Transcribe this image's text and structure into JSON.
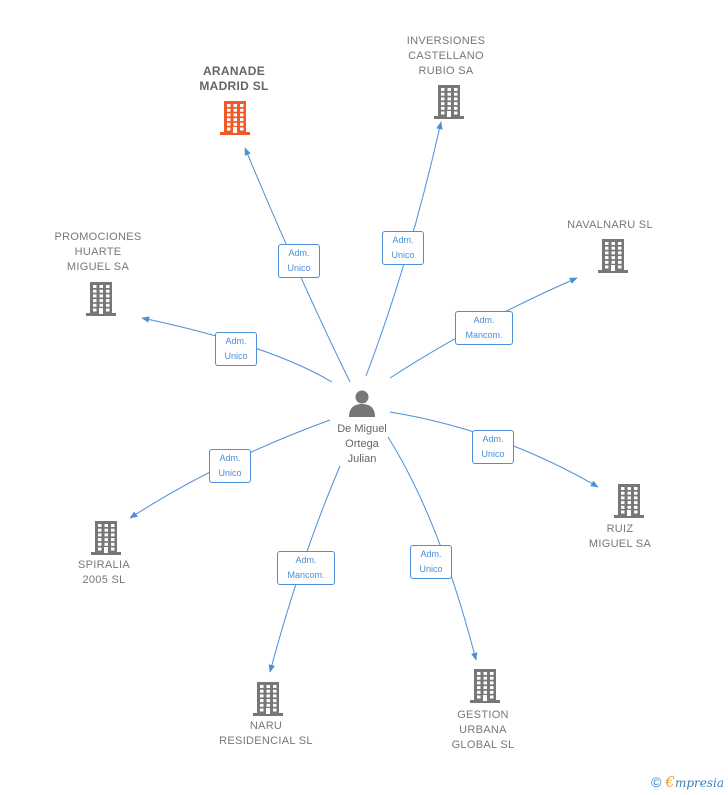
{
  "person": {
    "name": "De Miguel\nOrtega\nJulian",
    "icon": "person-icon"
  },
  "colors": {
    "edge": "#4a8fd8",
    "building": "#777777",
    "building_highlight": "#f05a28"
  },
  "companies": [
    {
      "id": "aranade",
      "name": "ARANADE\nMADRID SL",
      "role": "Adm.\nUnico",
      "highlight": true
    },
    {
      "id": "inversiones",
      "name": "INVERSIONES\nCASTELLANO\nRUBIO SA",
      "role": "Adm.\nUnico"
    },
    {
      "id": "navalnaru",
      "name": "NAVALNARU SL",
      "role": "Adm.\nMancom."
    },
    {
      "id": "ruiz",
      "name": "RUIZ\nMIGUEL SA",
      "role": "Adm.\nUnico"
    },
    {
      "id": "gestion",
      "name": "GESTION\nURBANA\nGLOBAL SL",
      "role": "Adm.\nUnico"
    },
    {
      "id": "naru",
      "name": "NARU\nRESIDENCIAL SL",
      "role": "Adm.\nMancom."
    },
    {
      "id": "spiralia",
      "name": "SPIRALIA\n2005 SL",
      "role": "Adm.\nUnico"
    },
    {
      "id": "promociones",
      "name": "PROMOCIONES\nHUARTE\nMIGUEL SA",
      "role": "Adm.\nUnico"
    }
  ],
  "brand": {
    "copyright": "©",
    "e": "€",
    "word": "mpresia"
  }
}
